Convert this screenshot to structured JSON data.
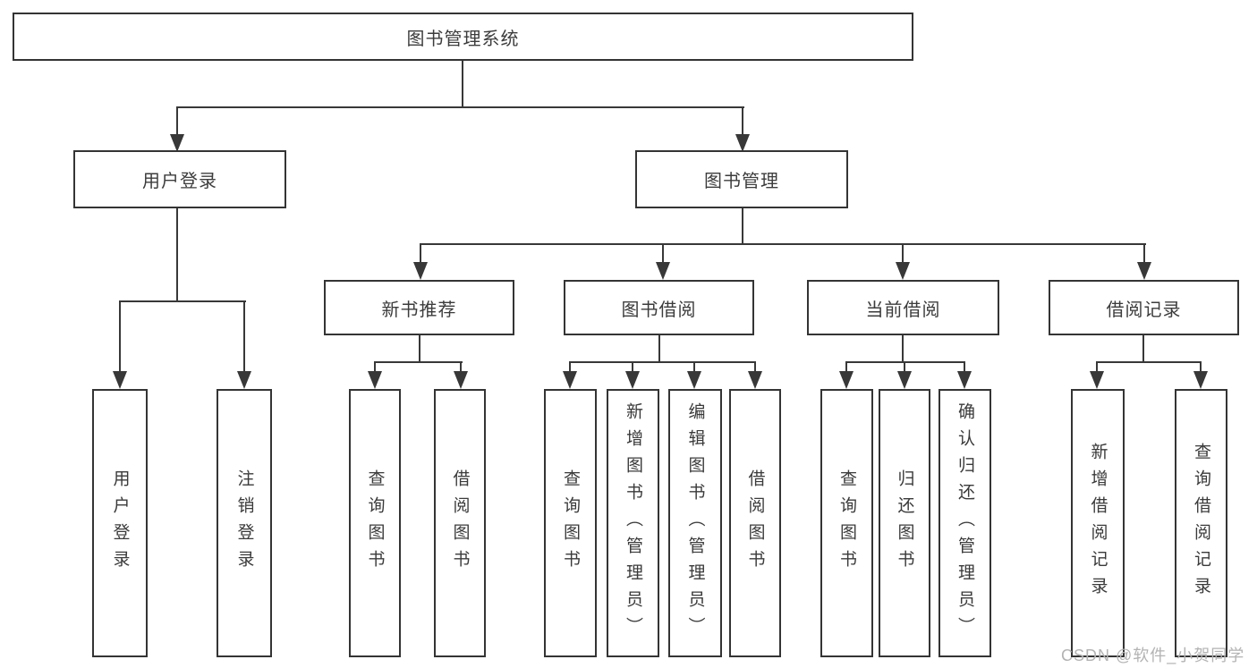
{
  "diagram": {
    "root": "图书管理系统",
    "nodes": {
      "user_login": "用户登录",
      "book_mgmt": "图书管理",
      "new_books": "新书推荐",
      "book_borrow": "图书借阅",
      "current_borrow": "当前借阅",
      "borrow_records": "借阅记录"
    },
    "leaves": {
      "login": "用户登录",
      "logout": "注销登录",
      "nb_search": "查询图书",
      "nb_borrow": "借阅图书",
      "bb_search": "查询图书",
      "bb_add": "新增图书（管理员）",
      "bb_edit": "编辑图书（管理员）",
      "bb_borrow": "借阅图书",
      "cb_search": "查询图书",
      "cb_return": "归还图书",
      "cb_confirm": "确认归还（管理员）",
      "br_add": "新增借阅记录",
      "br_search": "查询借阅记录"
    }
  },
  "watermark": "CSDN @软件_小贺同学"
}
